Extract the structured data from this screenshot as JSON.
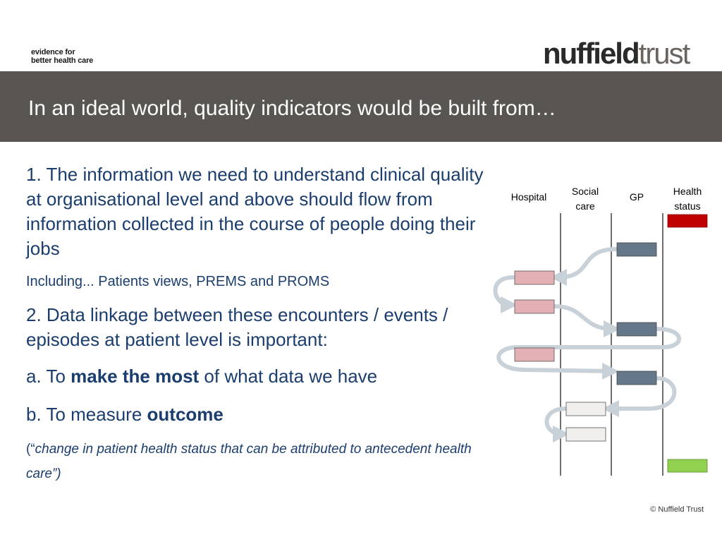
{
  "header": {
    "tagline_line1": "evidence for",
    "tagline_line2": "better health care",
    "logo_part1": "nuffield",
    "logo_part2": "trust"
  },
  "title": "In an ideal world, quality indicators would be built from…",
  "body": {
    "point1": "1. The information we need to understand clinical  quality at organisational level and above should flow from information collected in the course of people doing their jobs",
    "including": "Including... Patients views, PREMS and PROMS",
    "point2": "2. Data linkage between these encounters / events / episodes at patient level is important:",
    "point_a_prefix": "a. To ",
    "point_a_bold": "make the most",
    "point_a_suffix": " of what data we have",
    "point_b_prefix": "b. To measure ",
    "point_b_bold": "outcome",
    "quote_open": "(“",
    "quote_text": "change in patient health status that can be attributed to antecedent health care",
    "quote_close": "”)"
  },
  "diagram": {
    "columns": {
      "hospital": "Hospital",
      "social_care_1": "Social",
      "social_care_2": "care",
      "gp": "GP",
      "health_status_1": "Health",
      "health_status_2": "status"
    },
    "colors": {
      "hospital_box": "#e3b0b5",
      "gp_box": "#64788a",
      "social_box": "#f0efed",
      "status_start": "#c00000",
      "status_end": "#92d050",
      "arrow": "#c9d1d8"
    }
  },
  "footer": {
    "copyright": "© Nuffield Trust"
  }
}
